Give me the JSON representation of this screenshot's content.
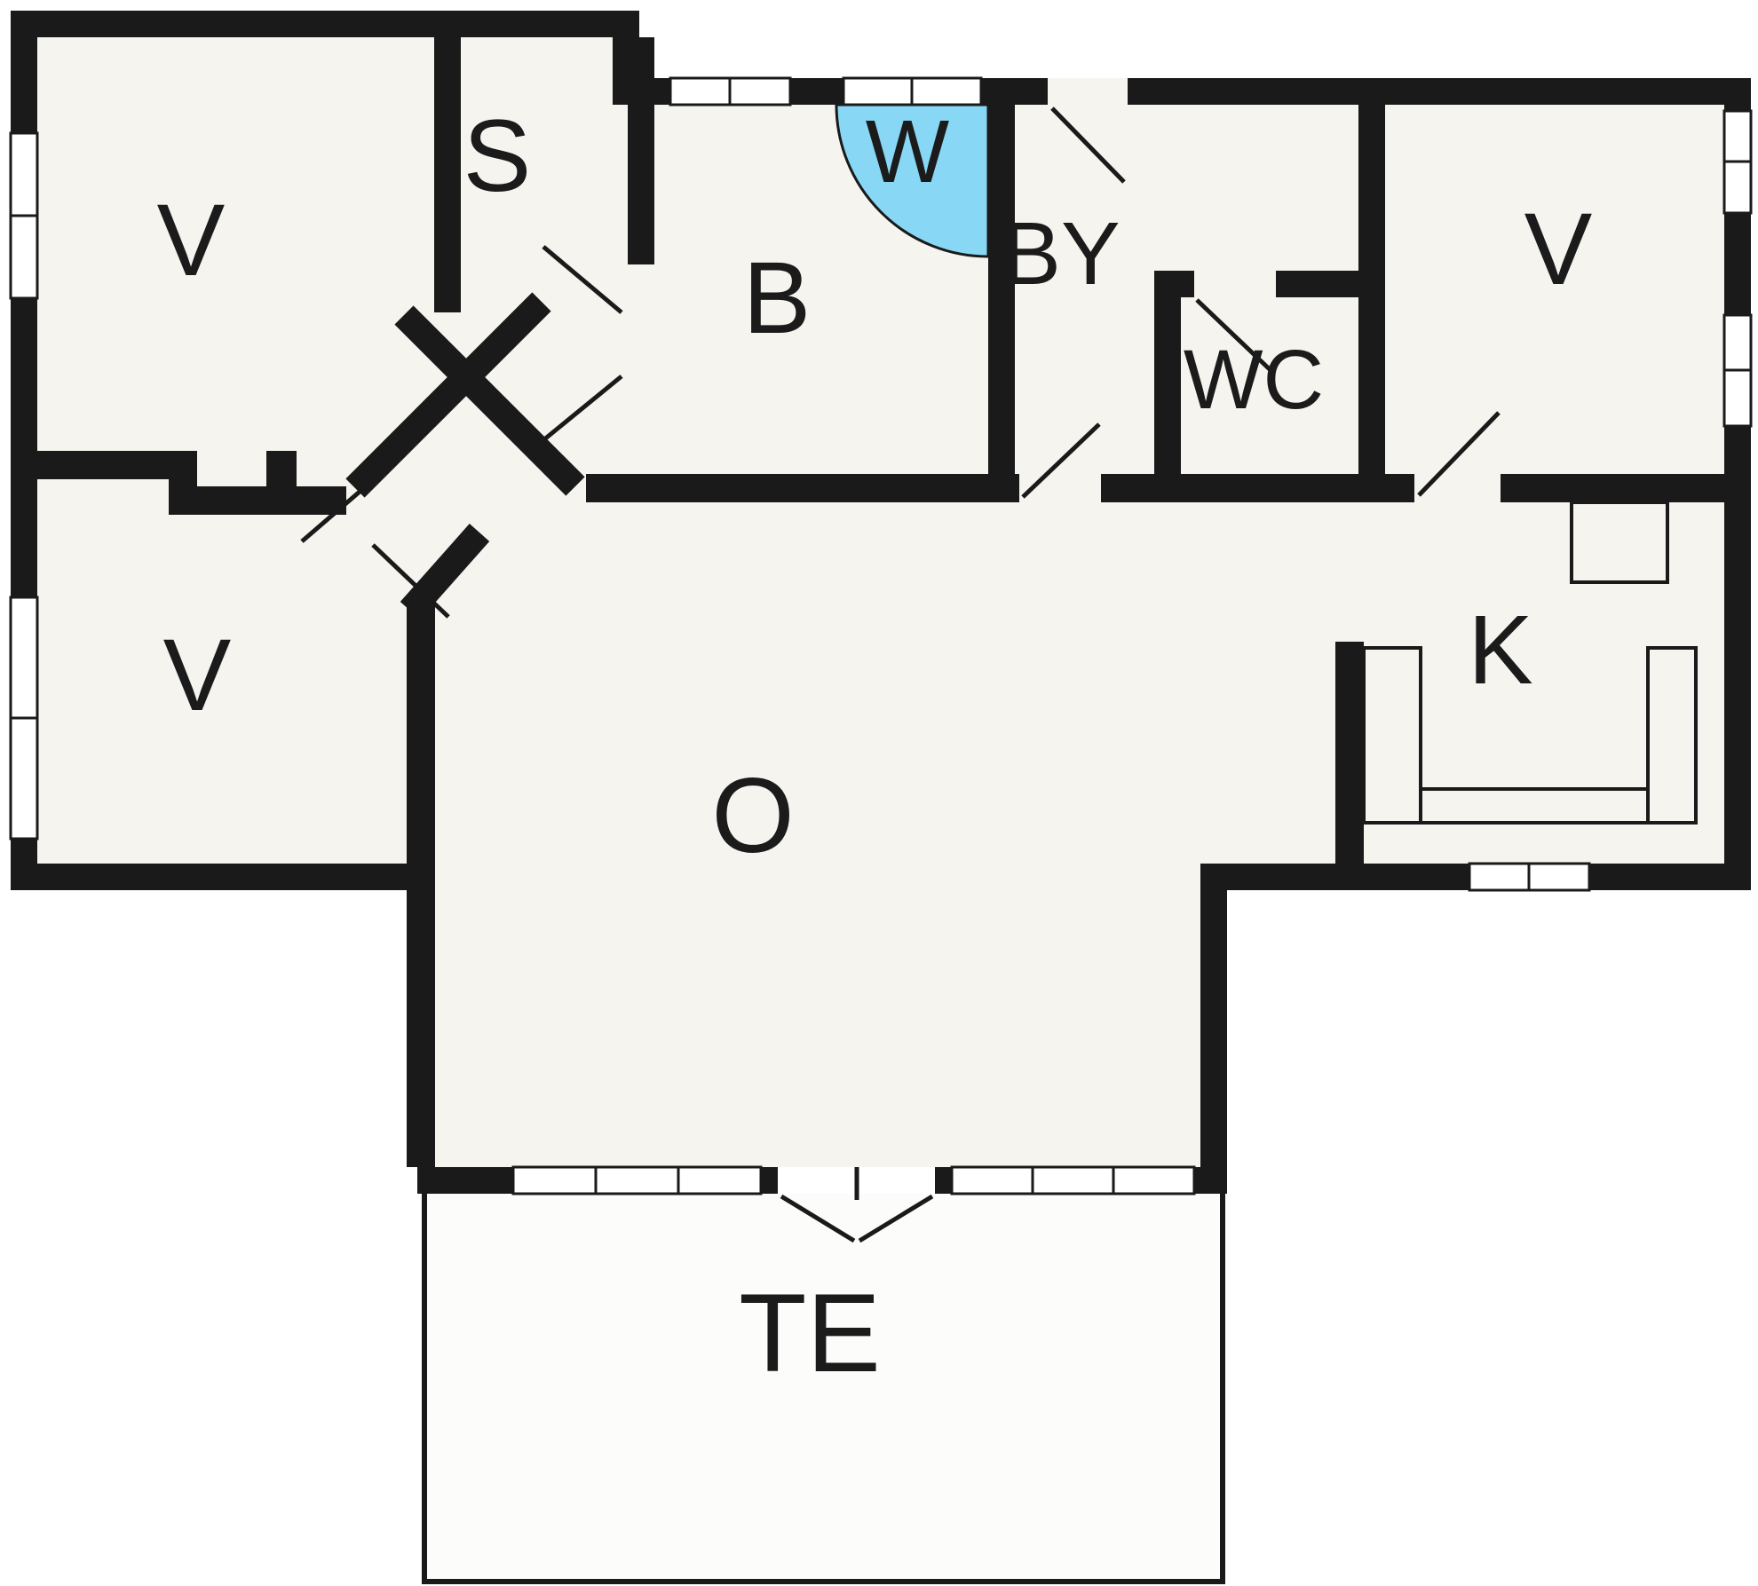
{
  "colors": {
    "wall": "#1a1a1a",
    "floor": "#f5f4ef",
    "shower": "#87d7f5",
    "terrace": "#fcfcfb"
  },
  "rooms": {
    "bedroom_top_left": {
      "label": "V"
    },
    "s_room": {
      "label": "S"
    },
    "bathroom": {
      "label": "B"
    },
    "shower": {
      "label": "W"
    },
    "utility": {
      "label": "BY"
    },
    "wc": {
      "label": "WC"
    },
    "bedroom_right": {
      "label": "V"
    },
    "bedroom_bottom_left": {
      "label": "V"
    },
    "kitchen": {
      "label": "K"
    },
    "living_room": {
      "label": "O"
    },
    "terrace": {
      "label": "TE"
    }
  }
}
